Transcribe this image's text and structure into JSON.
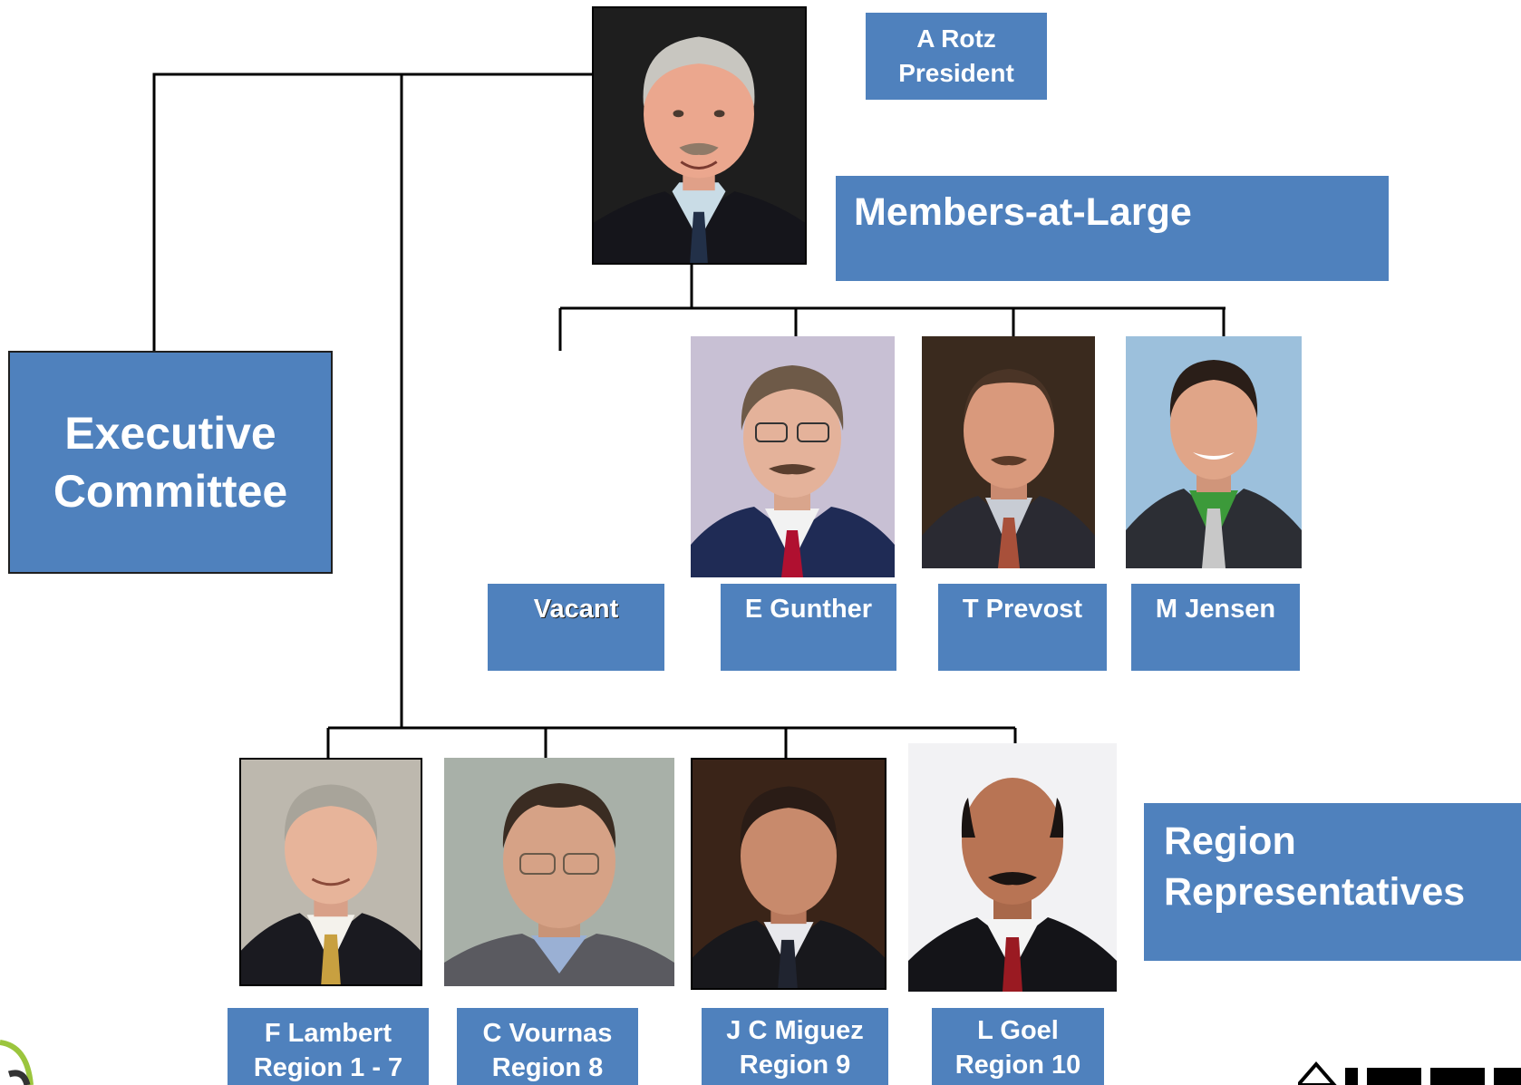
{
  "president": {
    "name": "A Rotz",
    "title": "President"
  },
  "executive_committee": {
    "line1": "Executive",
    "line2": "Committee"
  },
  "members_at_large": {
    "heading": "Members-at-Large",
    "members": [
      {
        "name": "Vacant"
      },
      {
        "name": "E Gunther"
      },
      {
        "name": "T Prevost"
      },
      {
        "name": "M Jensen"
      }
    ]
  },
  "region_representatives": {
    "heading_line1": "Region",
    "heading_line2": "Representatives",
    "members": [
      {
        "name": "F Lambert",
        "region": "Region 1 - 7"
      },
      {
        "name": "C Vournas",
        "region": "Region 8"
      },
      {
        "name": "J C Miguez",
        "region": "Region 9"
      },
      {
        "name": "L Goel",
        "region": "Region 10"
      }
    ]
  },
  "colors": {
    "box": "#4f81bd",
    "box_border": "#1f1f1f",
    "line": "#000000"
  }
}
